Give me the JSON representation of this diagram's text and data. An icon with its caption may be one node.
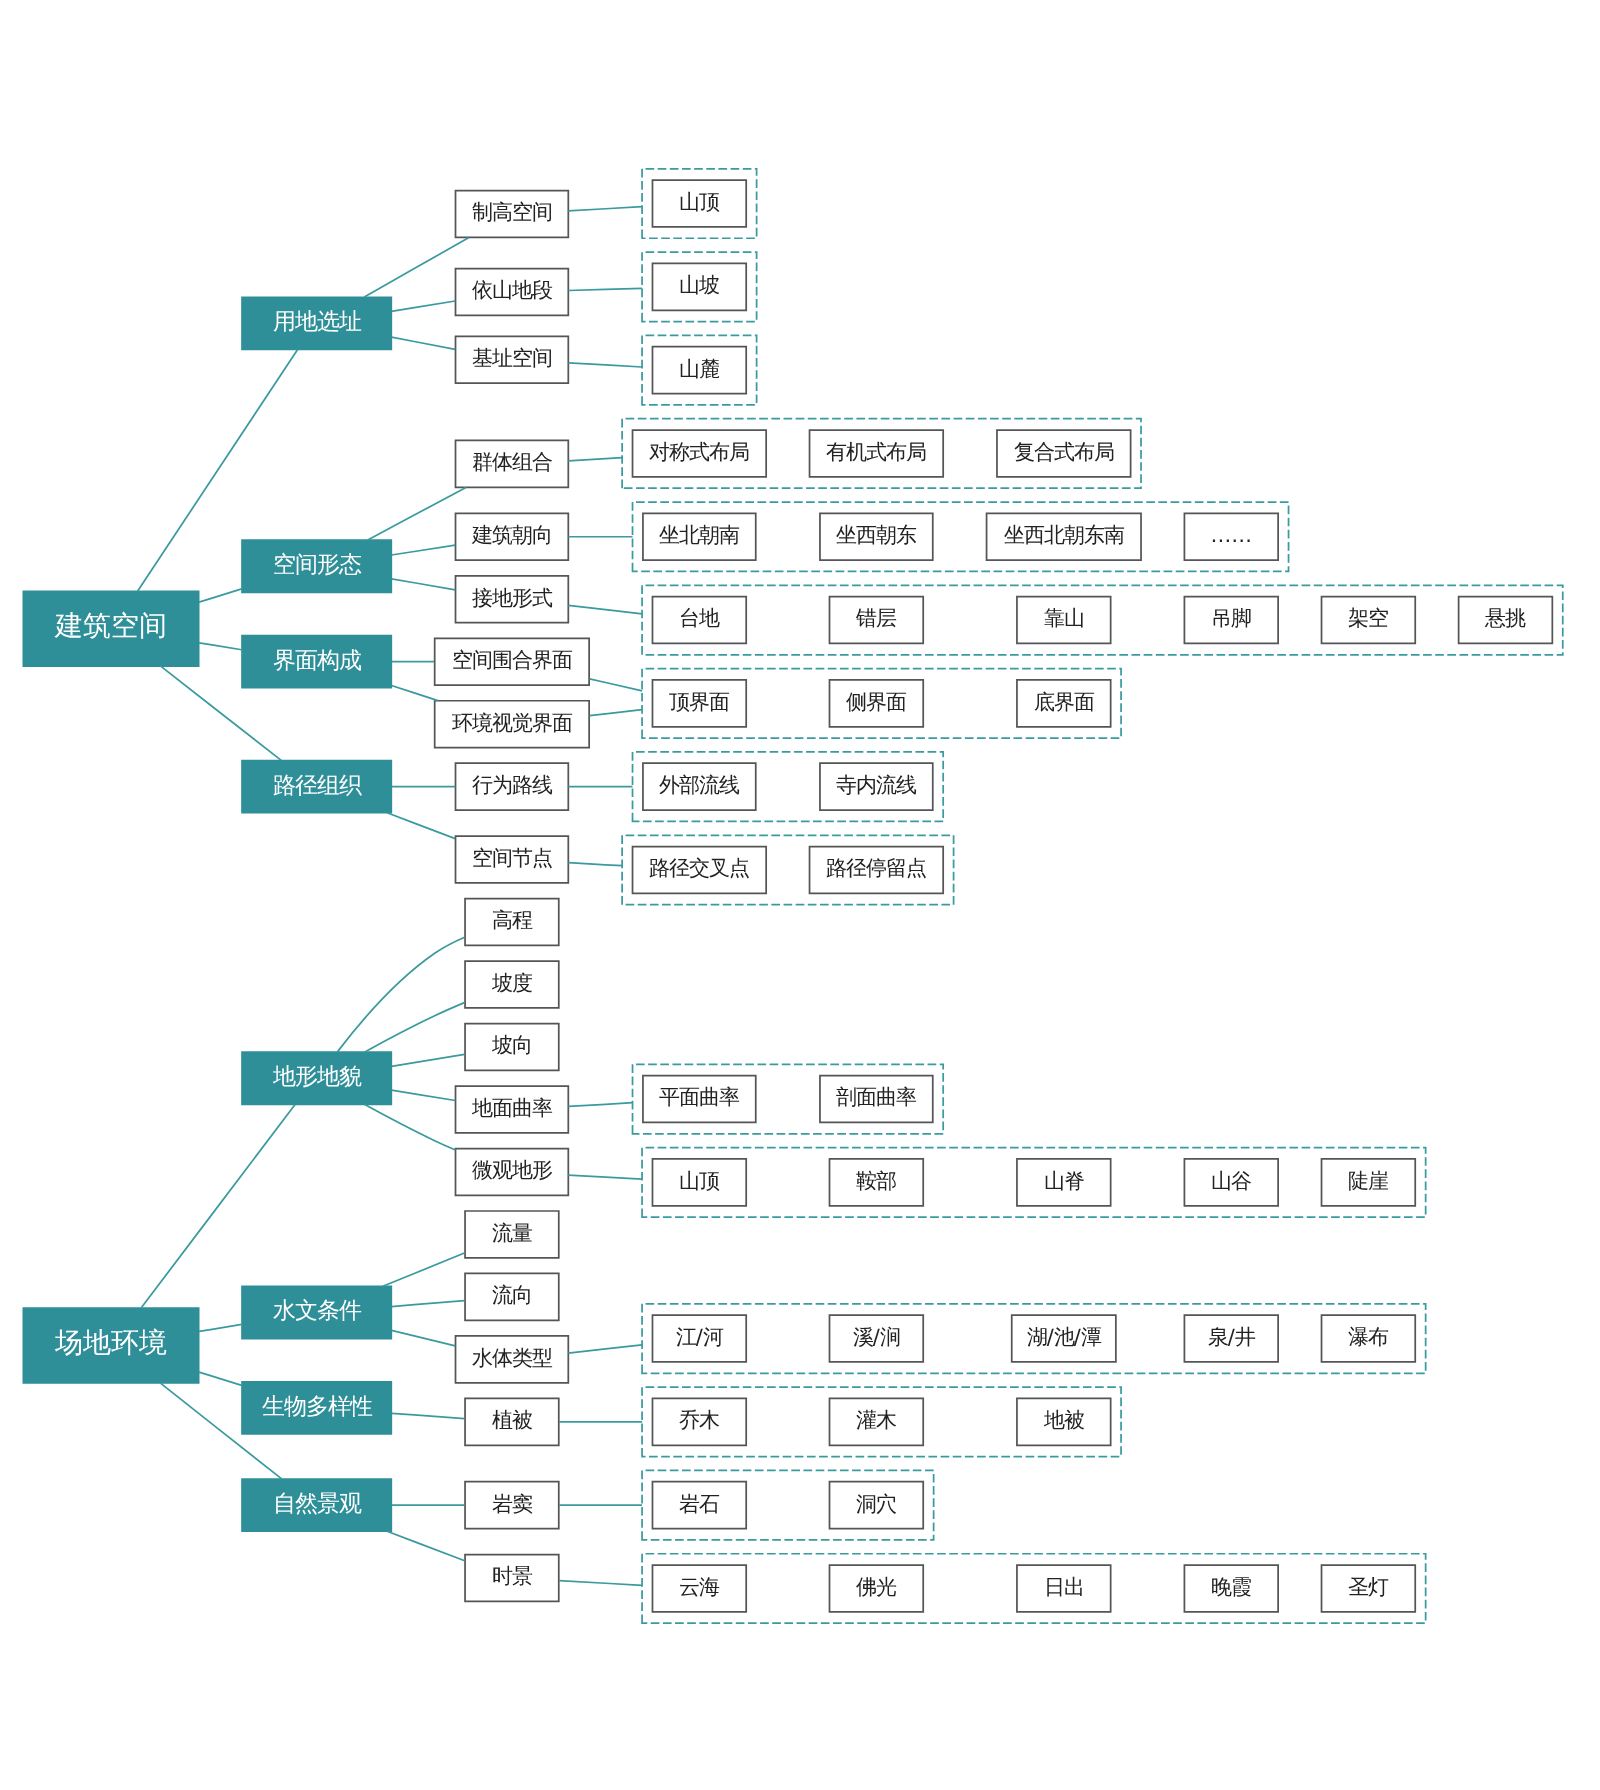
{
  "diagram": {
    "nodes": [
      {
        "text": [
          "场地环境"
        ]
      },
      {
        "text": [
          "地形地貌"
        ]
      },
      {
        "text": [
          "高程"
        ]
      },
      {
        "text": [
          "坡度"
        ]
      },
      {
        "text": [
          "坡向"
        ]
      },
      {
        "text": [
          "地面曲率"
        ]
      },
      {
        "text": [],
        "shape": "box"
      },
      {
        "text": [
          "平面曲率"
        ],
        "in": 6
      },
      {
        "text": [
          "剖面曲率"
        ],
        "in": 6
      },
      {
        "text": [
          "微观地形"
        ]
      },
      {
        "text": [],
        "shape": "box"
      },
      {
        "text": [
          "山顶"
        ],
        "in": 10
      },
      {
        "text": [
          "鞍部"
        ],
        "in": 10
      },
      {
        "text": [
          "山脊"
        ],
        "in": 10
      },
      {
        "text": [
          "山谷"
        ],
        "in": 10
      },
      {
        "text": [
          "陡崖"
        ],
        "in": 10
      },
      {
        "text": [
          "水文条件"
        ]
      },
      {
        "text": [
          "流量"
        ]
      },
      {
        "text": [
          "流向"
        ]
      },
      {
        "text": [
          "水体类型"
        ]
      },
      {
        "text": [],
        "shape": "box"
      },
      {
        "text": [
          "江/河"
        ],
        "in": 20
      },
      {
        "text": [
          "溪/涧"
        ],
        "in": 20
      },
      {
        "text": [
          "湖/池/潭"
        ],
        "in": 20
      },
      {
        "text": [
          "泉/井"
        ],
        "in": 20
      },
      {
        "text": [
          "瀑布"
        ],
        "in": 20
      },
      {
        "text": [
          "生物多样性"
        ]
      },
      {
        "text": [
          "植被"
        ]
      },
      {
        "text": [],
        "shape": "box"
      },
      {
        "text": [
          "乔木"
        ],
        "in": 28
      },
      {
        "text": [
          "灌木"
        ],
        "in": 28
      },
      {
        "text": [
          "地被"
        ],
        "in": 28
      },
      {
        "text": [
          "自然景观"
        ]
      },
      {
        "text": [
          "岩窦"
        ]
      },
      {
        "text": [],
        "shape": "box"
      },
      {
        "text": [
          "岩石"
        ],
        "in": 34
      },
      {
        "text": [
          "洞穴"
        ],
        "in": 34
      },
      {
        "text": [
          "时景"
        ]
      },
      {
        "text": [],
        "shape": "box"
      },
      {
        "text": [
          "云海"
        ],
        "in": 38
      },
      {
        "text": [
          "佛光"
        ],
        "in": 38
      },
      {
        "text": [
          "日出"
        ],
        "in": 38
      },
      {
        "text": [
          "晚霞"
        ],
        "in": 38
      },
      {
        "text": [
          "圣灯"
        ],
        "in": 38
      },
      {
        "text": [
          "建筑空间"
        ]
      },
      {
        "text": [
          "用地选址"
        ]
      },
      {
        "text": [
          "制高空间"
        ]
      },
      {
        "text": [],
        "shape": "box"
      },
      {
        "text": [
          "山顶"
        ],
        "in": 47
      },
      {
        "text": [
          "依山地段"
        ]
      },
      {
        "text": [],
        "shape": "box"
      },
      {
        "text": [
          "山坡"
        ],
        "in": 50
      },
      {
        "text": [
          "基址空间"
        ]
      },
      {
        "text": [],
        "shape": "box"
      },
      {
        "text": [
          "山麓"
        ],
        "in": 53
      },
      {
        "text": [
          "空间形态"
        ]
      },
      {
        "text": [
          "群体组合"
        ]
      },
      {
        "text": [],
        "shape": "box"
      },
      {
        "text": [
          "对称式布局"
        ],
        "in": 57
      },
      {
        "text": [
          "有机式布局"
        ],
        "in": 57
      },
      {
        "text": [
          "复合式布局"
        ],
        "in": 57
      },
      {
        "text": [
          "建筑朝向"
        ]
      },
      {
        "text": [],
        "shape": "box"
      },
      {
        "text": [
          "坐北朝南"
        ],
        "in": 62
      },
      {
        "text": [
          "坐西朝东"
        ],
        "in": 62
      },
      {
        "text": [
          "坐西北朝东南"
        ],
        "in": 62
      },
      {
        "text": [
          "……"
        ],
        "in": 62
      },
      {
        "text": [
          "接地形式"
        ]
      },
      {
        "text": [],
        "shape": "box"
      },
      {
        "text": [
          "台地"
        ],
        "in": 68
      },
      {
        "text": [
          "错层"
        ],
        "in": 68
      },
      {
        "text": [
          "靠山"
        ],
        "in": 68
      },
      {
        "text": [
          "吊脚"
        ],
        "in": 68
      },
      {
        "text": [
          "架空"
        ],
        "in": 68
      },
      {
        "text": [
          "悬挑"
        ],
        "in": 68
      },
      {
        "text": [
          "界面构成"
        ]
      },
      {
        "text": [
          "空间围合界面"
        ]
      },
      {
        "text": [
          "环境视觉界面"
        ]
      },
      {
        "text": [],
        "shape": "box"
      },
      {
        "text": [
          "顶界面"
        ],
        "in": 78
      },
      {
        "text": [
          "侧界面"
        ],
        "in": 78
      },
      {
        "text": [
          "底界面"
        ],
        "in": 78
      },
      {
        "text": [
          "路径组织"
        ]
      },
      {
        "text": [
          "行为路线"
        ]
      },
      {
        "text": [],
        "shape": "box"
      },
      {
        "text": [
          "外部流线"
        ],
        "in": 84
      },
      {
        "text": [
          "寺内流线"
        ],
        "in": 84
      },
      {
        "text": [
          "空间节点"
        ]
      },
      {
        "text": [],
        "shape": "box"
      },
      {
        "text": [
          "路径交叉点"
        ],
        "in": 88
      },
      {
        "text": [
          "路径停留点"
        ],
        "in": 88
      }
    ],
    "edges": [
      {
        "from": 0,
        "to": 1,
        "arrow": "none"
      },
      {
        "from": 0,
        "to": 16,
        "arrow": "none"
      },
      {
        "from": 0,
        "to": 26,
        "arrow": "none"
      },
      {
        "from": 0,
        "to": 32,
        "arrow": "none"
      },
      {
        "from": 1,
        "to": 2,
        "arrow": "none"
      },
      {
        "from": 1,
        "to": 3,
        "arrow": "none"
      },
      {
        "from": 1,
        "to": 4,
        "arrow": "none"
      },
      {
        "from": 1,
        "to": 5,
        "arrow": "none"
      },
      {
        "from": 1,
        "to": 9,
        "arrow": "none"
      },
      {
        "from": 5,
        "to": 6,
        "arrow": "none"
      },
      {
        "from": 9,
        "to": 10,
        "arrow": "none"
      },
      {
        "from": 16,
        "to": 17,
        "arrow": "none"
      },
      {
        "from": 16,
        "to": 18,
        "arrow": "none"
      },
      {
        "from": 16,
        "to": 19,
        "arrow": "none"
      },
      {
        "from": 19,
        "to": 20,
        "arrow": "none"
      },
      {
        "from": 26,
        "to": 27,
        "arrow": "none"
      },
      {
        "from": 27,
        "to": 28,
        "arrow": "none"
      },
      {
        "from": 32,
        "to": 33,
        "arrow": "none"
      },
      {
        "from": 32,
        "to": 37,
        "arrow": "none"
      },
      {
        "from": 33,
        "to": 34,
        "arrow": "none"
      },
      {
        "from": 37,
        "to": 38,
        "arrow": "none"
      },
      {
        "from": 44,
        "to": 45,
        "arrow": "none"
      },
      {
        "from": 44,
        "to": 55,
        "arrow": "none"
      },
      {
        "from": 44,
        "to": 75,
        "arrow": "none"
      },
      {
        "from": 44,
        "to": 82,
        "arrow": "none"
      },
      {
        "from": 45,
        "to": 46,
        "arrow": "none"
      },
      {
        "from": 45,
        "to": 49,
        "arrow": "none"
      },
      {
        "from": 45,
        "to": 52,
        "arrow": "none"
      },
      {
        "from": 46,
        "to": 47,
        "arrow": "none"
      },
      {
        "from": 49,
        "to": 50,
        "arrow": "none"
      },
      {
        "from": 52,
        "to": 53,
        "arrow": "none"
      },
      {
        "from": 55,
        "to": 56,
        "arrow": "none"
      },
      {
        "from": 55,
        "to": 61,
        "arrow": "none"
      },
      {
        "from": 55,
        "to": 67,
        "arrow": "none"
      },
      {
        "from": 56,
        "to": 57,
        "arrow": "none"
      },
      {
        "from": 61,
        "to": 62,
        "arrow": "none"
      },
      {
        "from": 67,
        "to": 68,
        "arrow": "none"
      },
      {
        "from": 75,
        "to": 76,
        "arrow": "none"
      },
      {
        "from": 75,
        "to": 77,
        "arrow": "none"
      },
      {
        "from": 76,
        "to": 78,
        "arrow": "none"
      },
      {
        "from": 77,
        "to": 78,
        "arrow": "none"
      },
      {
        "from": 82,
        "to": 83,
        "arrow": "none"
      },
      {
        "from": 82,
        "to": 87,
        "arrow": "none"
      },
      {
        "from": 83,
        "to": 84,
        "arrow": "none"
      },
      {
        "from": 87,
        "to": 88,
        "arrow": "none"
      }
    ]
  }
}
